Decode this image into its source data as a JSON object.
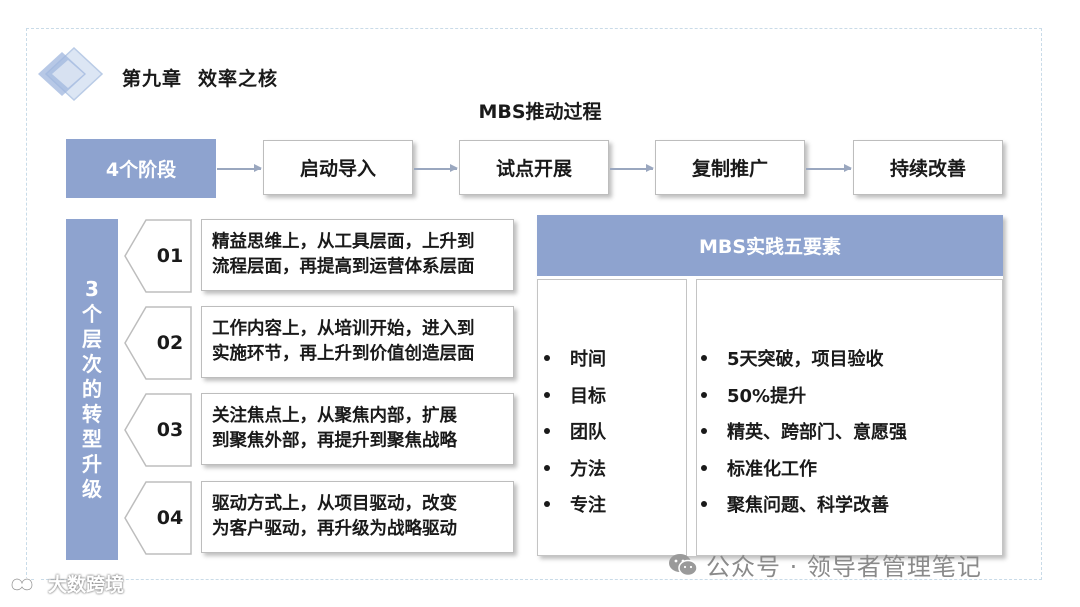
{
  "chapter": {
    "number": "第九章",
    "name": "效率之核"
  },
  "title": "MBS推动过程",
  "stages": {
    "label": "4个阶段",
    "items": [
      "启动导入",
      "试点开展",
      "复制推广",
      "持续改善"
    ]
  },
  "levels": {
    "label": [
      "3",
      "个",
      "层",
      "次",
      "的",
      "转",
      "型",
      "升",
      "级"
    ],
    "items": [
      {
        "number": "01",
        "line1": "精益思维上，从工具层面，上升到",
        "line2": "流程层面，再提高到运营体系层面"
      },
      {
        "number": "02",
        "line1": "工作内容上，从培训开始，进入到",
        "line2": "实施环节，再上升到价值创造层面"
      },
      {
        "number": "03",
        "line1": "关注焦点上，从聚焦内部，扩展",
        "line2": "到聚焦外部，再提升到聚焦战略"
      },
      {
        "number": "04",
        "line1": "驱动方式上，从项目驱动，改变",
        "line2": "为客户驱动，再升级为战略驱动"
      }
    ]
  },
  "elements": {
    "title": "MBS实践五要素",
    "names": [
      "时间",
      "目标",
      "团队",
      "方法",
      "专注"
    ],
    "details": [
      "5天突破，项目验收",
      "50%提升",
      "精英、跨部门、意愿强",
      "标准化工作",
      "聚焦问题、科学改善"
    ]
  },
  "watermark": "公众号 · 领导者管理笔记",
  "corner_mark": "大数跨境",
  "colors": {
    "accent": "#8ea3cf",
    "border": "#bdbdbd"
  }
}
